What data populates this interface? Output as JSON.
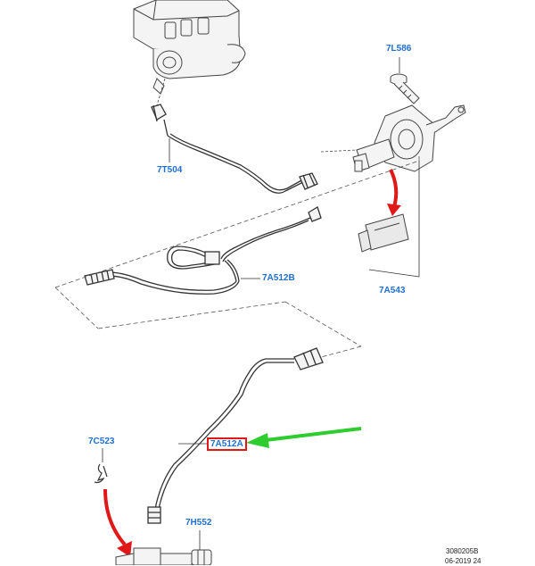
{
  "diagram": {
    "callouts": {
      "c_7L586": "7L586",
      "c_7T504": "7T504",
      "c_7A512B": "7A512B",
      "c_7A543": "7A543",
      "c_7C523": "7C523",
      "c_7A512A": "7A512A",
      "c_7H552": "7H552"
    },
    "footer": {
      "code": "3080205B",
      "date": "06-2019 24"
    },
    "colors": {
      "callout_text": "#1f6fd1",
      "highlight_box": "#e01818",
      "red_arrow": "#e01818",
      "green_arrow": "#2ecc2e",
      "line_art": "#333333"
    }
  }
}
